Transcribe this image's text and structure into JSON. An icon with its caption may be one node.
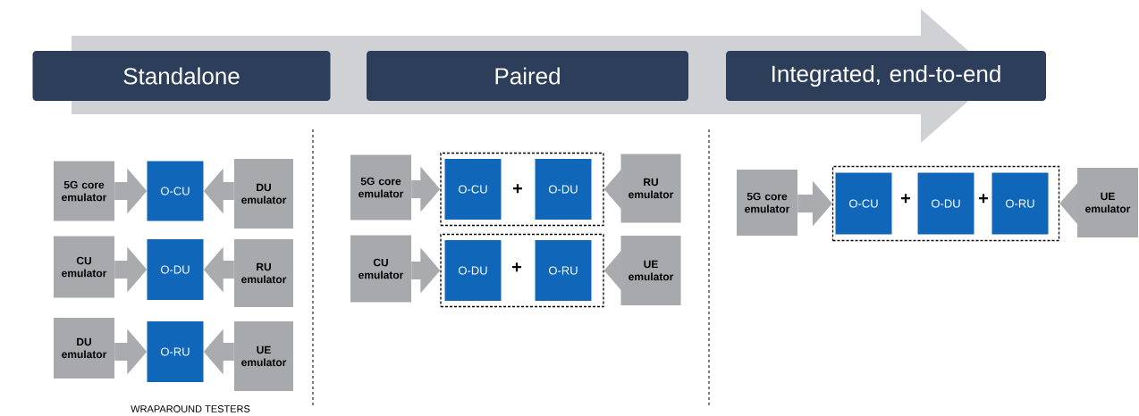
{
  "diagram": {
    "nodes": [
      {
        "text": [
          "Standalone"
        ]
      },
      {
        "text": [
          "Paired"
        ]
      },
      {
        "text": [
          "Integrated, end-to-end"
        ]
      },
      {
        "text": [
          "5G core emulator"
        ]
      },
      {
        "text": [
          "O-CU"
        ]
      },
      {
        "text": [
          "DU emulator"
        ]
      },
      {
        "text": [
          "CU emulator"
        ]
      },
      {
        "text": [
          "O-DU"
        ]
      },
      {
        "text": [
          "RU emulator"
        ]
      },
      {
        "text": [
          "DU emulator"
        ]
      },
      {
        "text": [
          "O-RU"
        ]
      },
      {
        "text": [
          "UE emulator"
        ]
      },
      {
        "text": [
          "5G core emulator"
        ]
      },
      {
        "text": [],
        "shape": "box"
      },
      {
        "text": [
          "O-CU"
        ],
        "in": 13
      },
      {
        "text": [
          "O-DU"
        ],
        "in": 13
      },
      {
        "text": [
          "RU emulator"
        ]
      },
      {
        "text": [
          "CU emulator"
        ]
      },
      {
        "text": [],
        "shape": "box"
      },
      {
        "text": [
          "O-DU"
        ],
        "in": 18
      },
      {
        "text": [
          "O-RU"
        ],
        "in": 18
      },
      {
        "text": [
          "UE emulator"
        ]
      },
      {
        "text": [
          "5G core emulator"
        ]
      },
      {
        "text": [],
        "shape": "box"
      },
      {
        "text": [
          "O-CU"
        ],
        "in": 23
      },
      {
        "text": [
          "O-DU"
        ],
        "in": 23
      },
      {
        "text": [
          "O-RU"
        ],
        "in": 23
      },
      {
        "text": [
          "UE emulator"
        ]
      }
    ],
    "edges": [
      {
        "from": 3,
        "to": 4,
        "arrow": "to"
      },
      {
        "from": 5,
        "to": 4,
        "arrow": "to"
      },
      {
        "from": 6,
        "to": 7,
        "arrow": "to"
      },
      {
        "from": 8,
        "to": 7,
        "arrow": "to"
      },
      {
        "from": 9,
        "to": 10,
        "arrow": "to"
      },
      {
        "from": 11,
        "to": 10,
        "arrow": "to"
      },
      {
        "from": 12,
        "to": 13,
        "arrow": "to"
      },
      {
        "from": 16,
        "to": 13,
        "arrow": "to"
      },
      {
        "from": 17,
        "to": 18,
        "arrow": "to"
      },
      {
        "from": 21,
        "to": 18,
        "arrow": "to"
      },
      {
        "from": 22,
        "to": 23,
        "arrow": "to"
      },
      {
        "from": 27,
        "to": 23,
        "arrow": "to"
      }
    ],
    "labels": [
      "+",
      "+",
      "+",
      "+",
      "WRAPAROUND TESTERS"
    ]
  }
}
